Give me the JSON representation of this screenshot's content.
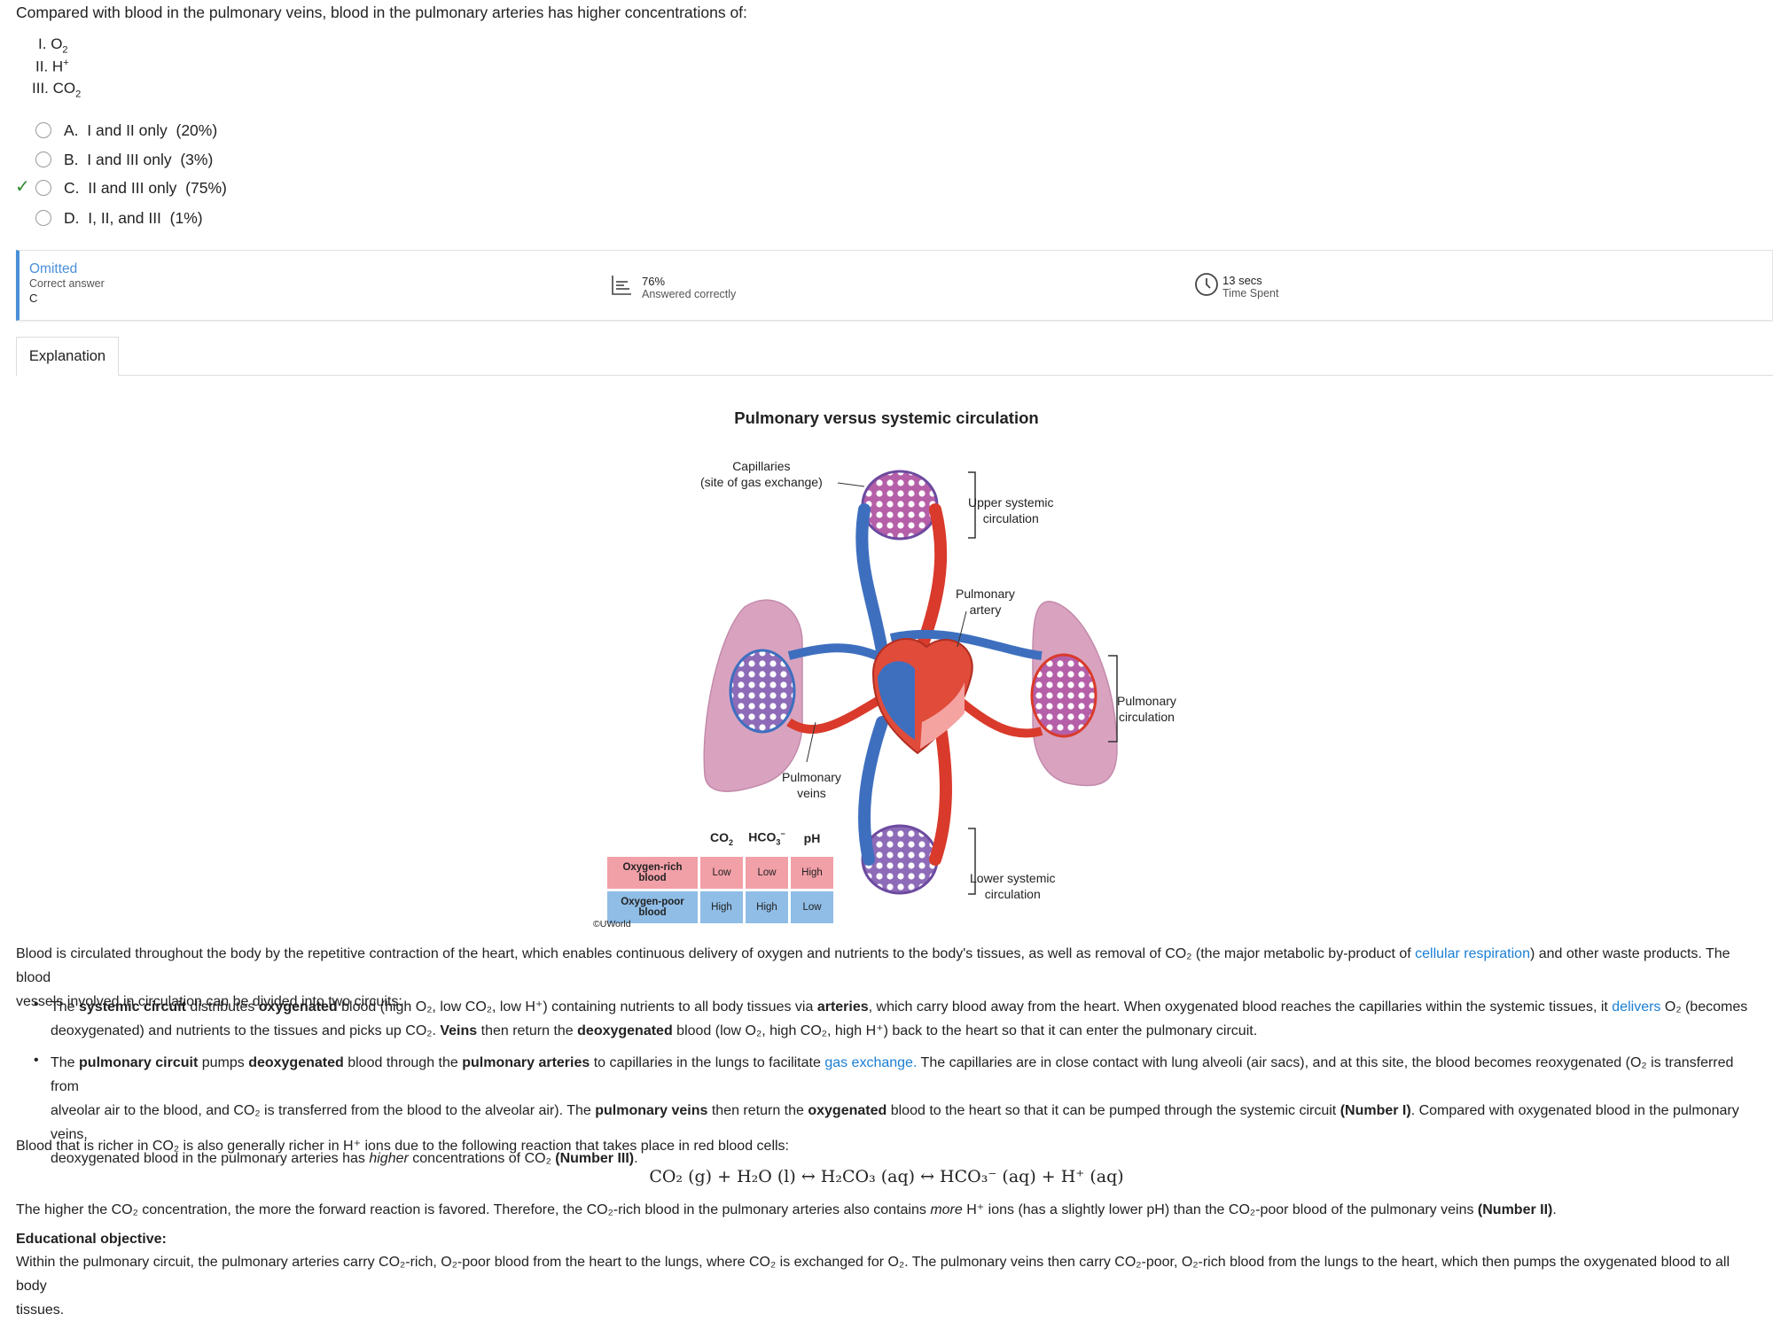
{
  "question": {
    "stem": "Compared with blood in the pulmonary veins, blood in the pulmonary arteries has higher concentrations of:",
    "items": [
      {
        "numeral": "I.",
        "text": "O",
        "sub": "2",
        "sup": ""
      },
      {
        "numeral": "II.",
        "text": "H",
        "sub": "",
        "sup": "+"
      },
      {
        "numeral": "III.",
        "text": "CO",
        "sub": "2",
        "sup": ""
      }
    ],
    "choices": [
      {
        "letter": "A.",
        "label": "I and II only",
        "pct": "(20%)",
        "correct": false
      },
      {
        "letter": "B.",
        "label": "I and III only",
        "pct": "(3%)",
        "correct": false
      },
      {
        "letter": "C.",
        "label": "II and III only",
        "pct": "(75%)",
        "correct": true
      },
      {
        "letter": "D.",
        "label": "I, II, and III",
        "pct": "(1%)",
        "correct": false
      }
    ]
  },
  "stats": {
    "status": "Omitted",
    "correct_answer_label": "Correct answer",
    "correct_answer": "C",
    "pct": "76%",
    "pct_label": "Answered correctly",
    "time": "13 secs",
    "time_label": "Time Spent"
  },
  "tabs": {
    "explanation": "Explanation"
  },
  "figure": {
    "title": "Pulmonary versus systemic circulation",
    "capillaries": "Capillaries",
    "capillaries_note": "(site of gas exchange)",
    "upper_1": "Upper systemic",
    "upper_2": "circulation",
    "pa_1": "Pulmonary",
    "pa_2": "artery",
    "pc_1": "Pulmonary",
    "pc_2": "circulation",
    "pv_1": "Pulmonary",
    "pv_2": "veins",
    "lower_1": "Lower systemic",
    "lower_2": "circulation",
    "copyright": "©UWorld",
    "table": {
      "headers": [
        "CO2",
        "HCO3−",
        "pH"
      ],
      "rows": [
        {
          "label_1": "Oxygen-rich",
          "label_2": "blood",
          "values": [
            "Low",
            "Low",
            "High"
          ]
        },
        {
          "label_1": "Oxygen-poor",
          "label_2": "blood",
          "values": [
            "High",
            "High",
            "Low"
          ]
        }
      ]
    },
    "colors": {
      "oxygenated": "#d93a2b",
      "deoxygenated": "#3e6fbf",
      "lung": "#d9a3c0",
      "rich_cell": "#f2a0a8",
      "poor_cell": "#8fbde6"
    }
  },
  "explanation": {
    "p1_a": "Blood is circulated throughout the body by the repetitive contraction of the heart, which enables continuous delivery of oxygen and nutrients to the body's tissues, as well as removal of CO₂ (the major metabolic by-product of ",
    "p1_link": "cellular respiration",
    "p1_b": ") and other waste products.  The blood",
    "p1_c": "vessels involved in circulation can be divided into two circuits:",
    "b1_l1_a": "The ",
    "b1_l1_b": "systemic circuit",
    "b1_l1_c": " distributes ",
    "b1_l1_d": "oxygenated",
    "b1_l1_e": " blood (high O₂, low CO₂, low H⁺) containing nutrients to all body tissues via ",
    "b1_l1_f": "arteries",
    "b1_l1_g": ", which carry blood away from the heart.  When oxygenated blood reaches the capillaries within the systemic tissues, it ",
    "b1_l1_link": "delivers",
    "b1_l1_h": " O₂ (becomes",
    "b1_l2_a": "deoxygenated) and nutrients to the tissues and picks up CO₂.  ",
    "b1_l2_b": "Veins",
    "b1_l2_c": " then return the ",
    "b1_l2_d": "deoxygenated",
    "b1_l2_e": " blood (low O₂, high CO₂, high H⁺) back to the heart so that it can enter the pulmonary circuit.",
    "b2_l1_a": "The ",
    "b2_l1_b": "pulmonary circuit",
    "b2_l1_c": " pumps ",
    "b2_l1_d": "deoxygenated",
    "b2_l1_e": " blood through the ",
    "b2_l1_f": "pulmonary arteries",
    "b2_l1_g": " to capillaries in the lungs to facilitate ",
    "b2_l1_link": "gas exchange.",
    "b2_l1_h": "  The capillaries are in close contact with lung alveoli (air sacs), and at this site, the blood becomes reoxygenated (O₂ is transferred from",
    "b2_l2_a": "alveolar air to the blood, and CO₂ is transferred from the blood to the alveolar air).  The ",
    "b2_l2_b": "pulmonary veins",
    "b2_l2_c": " then return the ",
    "b2_l2_d": "oxygenated",
    "b2_l2_e": " blood to the heart so that it can be pumped through the systemic circuit ",
    "b2_l2_f": "(Number I)",
    "b2_l2_g": ".  Compared with oxygenated blood in the pulmonary veins,",
    "b2_l3_a": "deoxygenated blood in the pulmonary arteries has ",
    "b2_l3_b": "higher",
    "b2_l3_c": " concentrations of CO₂ ",
    "b2_l3_d": "(Number III)",
    "b2_l3_e": ".",
    "p2": "Blood that is richer in CO₂ is also generally richer in H⁺ ions due to the following reaction that takes place in red blood cells:",
    "equation": "CO₂ (g) + H₂O (l) ↔ H₂CO₃ (aq) ↔ HCO₃⁻ (aq) + H⁺ (aq)",
    "p3_a": "The higher the CO₂ concentration, the more the forward reaction is favored.  Therefore, the CO₂-rich blood in the pulmonary arteries also contains ",
    "p3_b": "more",
    "p3_c": " H⁺ ions (has a slightly lower pH) than the CO₂-poor blood of the pulmonary veins ",
    "p3_d": "(Number II)",
    "p3_e": ".",
    "obj_title": "Educational objective:",
    "obj_l1": "Within the pulmonary circuit, the pulmonary arteries carry CO₂-rich, O₂-poor blood from the heart to the lungs, where CO₂ is exchanged for O₂.  The pulmonary veins then carry CO₂-poor, O₂-rich blood from the lungs to the heart, which then pumps the oxygenated blood to all body",
    "obj_l2": "tissues."
  }
}
